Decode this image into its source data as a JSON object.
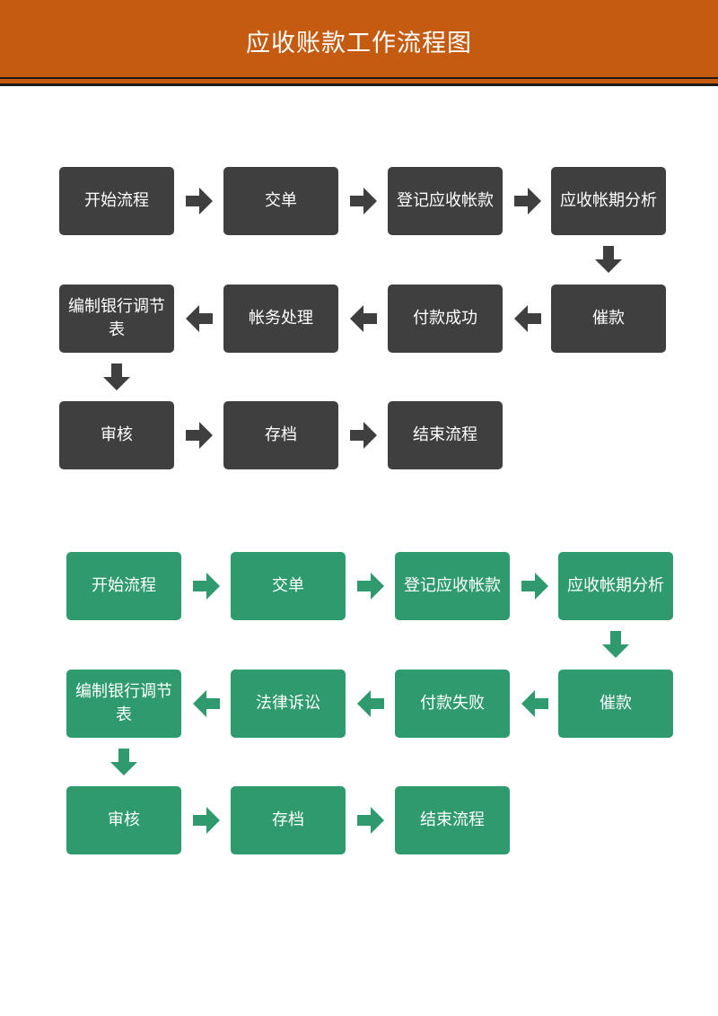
{
  "header": {
    "title": "应收账款工作流程图"
  },
  "colors": {
    "header_bg": "#c55a11",
    "dark_box": "#3f3f3f",
    "green_box": "#2e9a6e"
  },
  "flow1": {
    "steps": [
      "开始流程",
      "交单",
      "登记应收帐款",
      "应收帐期分析",
      "催款",
      "付款成功",
      "帐务处理",
      "编制银行调节表",
      "审核",
      "存档",
      "结束流程"
    ]
  },
  "flow2": {
    "steps": [
      "开始流程",
      "交单",
      "登记应收帐款",
      "应收帐期分析",
      "催款",
      "付款失败",
      "法律诉讼",
      "编制银行调节表",
      "审核",
      "存档",
      "结束流程"
    ]
  }
}
